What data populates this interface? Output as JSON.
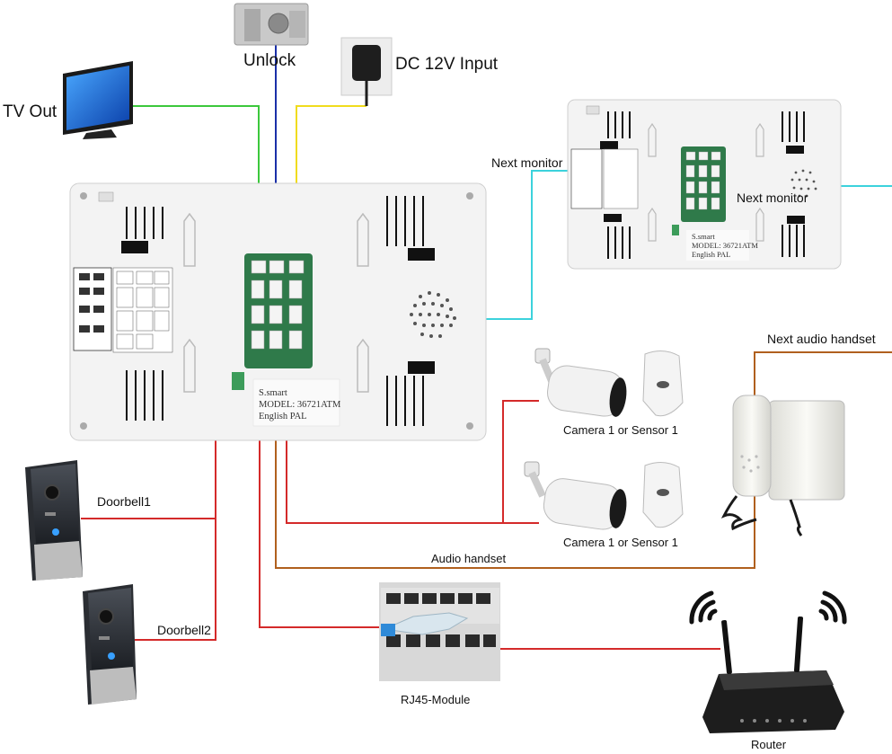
{
  "labels": {
    "unlock": "Unlock",
    "dc_input": "DC 12V Input",
    "tv_out": "TV Out",
    "next_monitor_left": "Next monitor",
    "next_monitor_right": "Next monitor",
    "next_audio_handset": "Next audio handset",
    "camera_sensor_top": "Camera 1 or Sensor 1",
    "camera_sensor_bottom": "Camera 1 or Sensor 1",
    "doorbell1": "Doorbell1",
    "doorbell2": "Doorbell2",
    "audio_handset": "Audio handset",
    "rj45_module": "RJ45-Module",
    "router": "Router"
  },
  "main_monitor_plate": {
    "brand": "S.smart",
    "model": "MODEL: 36721ATM",
    "version": "English PAL"
  },
  "next_monitor_plate": {
    "brand": "S.smart",
    "model": "MODEL: 36721ATM",
    "version": "English PAL"
  },
  "colors": {
    "tv_wire": "#3cc83c",
    "unlock_wire": "#1a2fa8",
    "power_wire": "#f0dc1e",
    "monitor_wire": "#3cd2dc",
    "red_wire": "#d42a2a",
    "brown_wire": "#b0601e",
    "pcb_green": "#2f7a4a",
    "monitor_white": "#f3f3f3"
  }
}
